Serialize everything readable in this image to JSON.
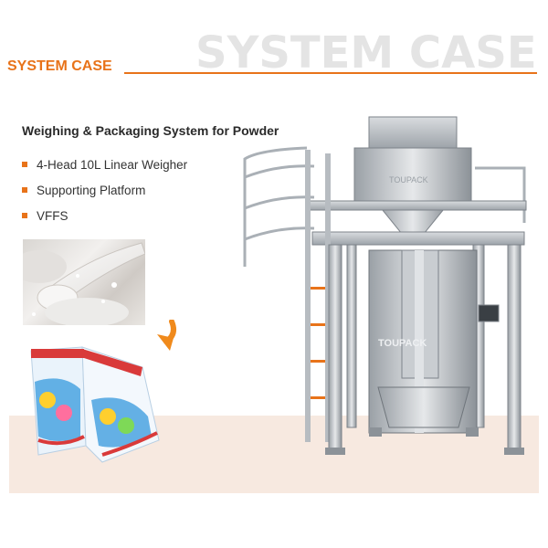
{
  "header": {
    "ghost_title": "SYSTEM CASE",
    "section_title": "SYSTEM CASE",
    "accent_color": "#e8731a"
  },
  "content": {
    "heading": "Weighing & Packaging System for Powder",
    "items": [
      {
        "label": "4-Head 10L Linear Weigher"
      },
      {
        "label": "Supporting Platform"
      },
      {
        "label": "VFFS"
      }
    ]
  },
  "images": {
    "powder_photo": "powder-scoop-photo",
    "arrow": "arrow-curved-icon",
    "bag": "powder-bag-product",
    "machine": "packaging-machine-photo"
  },
  "machine": {
    "brand_top": "TOUPACK",
    "brand_body": "TOUPACK"
  }
}
